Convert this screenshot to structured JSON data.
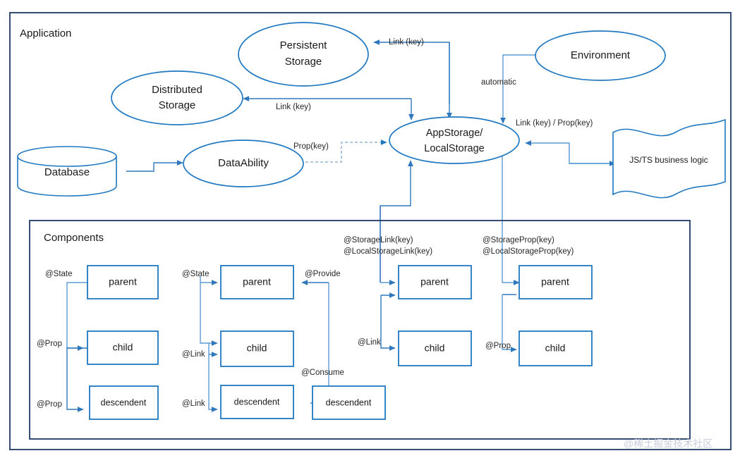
{
  "colors": {
    "frame_border": "#1f3864",
    "shape_stroke": "#1f78c1",
    "edge_dark": "#1f5fa9",
    "edge_light": "#5b9bd5",
    "text": "#1a1a1a",
    "watermark": "#c8cddb",
    "background": "#ffffff"
  },
  "frames": {
    "application": {
      "label": "Application"
    },
    "components": {
      "label": "Components"
    }
  },
  "nodes": {
    "persistent_storage": {
      "label_line1": "Persistent",
      "label_line2": "Storage",
      "shape": "ellipse"
    },
    "distributed_storage": {
      "label_line1": "Distributed",
      "label_line2": "Storage",
      "shape": "ellipse"
    },
    "environment": {
      "label": "Environment",
      "shape": "ellipse"
    },
    "app_storage": {
      "label_line1": "AppStorage/",
      "label_line2": "LocalStorage",
      "shape": "ellipse"
    },
    "database": {
      "label": "Database",
      "shape": "cylinder"
    },
    "data_ability": {
      "label": "DataAbility",
      "shape": "ellipse"
    },
    "business_logic": {
      "label": "JS/TS business logic",
      "shape": "wave-document"
    }
  },
  "edge_labels": {
    "persistent_link": "Link (key)",
    "distributed_link": "Link (key)",
    "environment_automatic": "automatic",
    "business_link_prop": "Link (key) / Prop(key)",
    "data_ability_prop": "Prop(key)",
    "storage_link_group": "@StorageLink(key)\n@LocalStorageLink(key)",
    "storage_link_line1": "@StorageLink(key)",
    "storage_link_line2": "@LocalStorageLink(key)",
    "storage_prop_line1": "@StorageProp(key)",
    "storage_prop_line2": "@LocalStorageProp(key)"
  },
  "components": {
    "columns": [
      {
        "id": "column-state-prop",
        "boxes": [
          {
            "id": "c1-parent",
            "label": "parent"
          },
          {
            "id": "c1-child",
            "label": "child"
          },
          {
            "id": "c1-descendent",
            "label": "descendent"
          }
        ],
        "labels": [
          "@State",
          "@Prop",
          "@Prop"
        ]
      },
      {
        "id": "column-state-link",
        "boxes": [
          {
            "id": "c2-parent",
            "label": "parent"
          },
          {
            "id": "c2-child",
            "label": "child"
          },
          {
            "id": "c2-descendent",
            "label": "descendent"
          }
        ],
        "labels": [
          "@State",
          "@Link",
          "@Link"
        ]
      },
      {
        "id": "column-provide-consume",
        "boxes": [
          {
            "id": "c2b-descendent",
            "label": "descendent"
          }
        ],
        "labels": [
          "@Provide",
          "@Consume"
        ]
      },
      {
        "id": "column-storage-link",
        "boxes": [
          {
            "id": "c3-parent",
            "label": "parent"
          },
          {
            "id": "c3-child",
            "label": "child"
          }
        ],
        "labels": [
          "@Link"
        ]
      },
      {
        "id": "column-storage-prop",
        "boxes": [
          {
            "id": "c4-parent",
            "label": "parent"
          },
          {
            "id": "c4-child",
            "label": "child"
          }
        ],
        "labels": [
          "@Prop"
        ]
      }
    ],
    "inline_labels": {
      "state_1": "@State",
      "prop_1a": "@Prop",
      "prop_1b": "@Prop",
      "state_2": "@State",
      "link_2a": "@Link",
      "link_2b": "@Link",
      "provide": "@Provide",
      "consume": "@Consume",
      "link_3": "@Link",
      "prop_4": "@Prop"
    }
  },
  "watermark": {
    "text": "@稀土掘金技术社区"
  }
}
